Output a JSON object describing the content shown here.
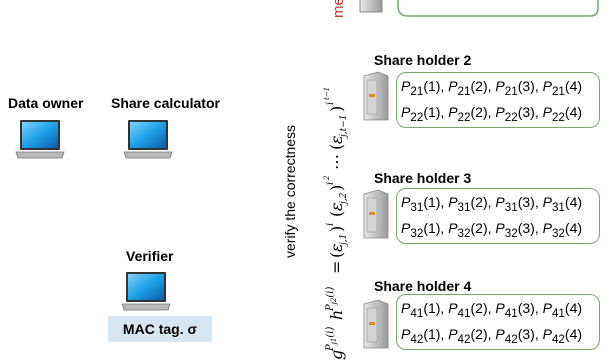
{
  "roles": {
    "data_owner": "Data owner",
    "share_calculator": "Share calculator",
    "verifier": "Verifier",
    "mac_tag": "MAC tag. σ"
  },
  "vertical": {
    "verify_text": "verify the correctness",
    "formula": "g^{P_{j1}(i)} h^{P_{j2}(i)} = (ε_{j,1})^{i} (ε_{j,2})^{i^2} ⋯ (ε_{j,t−1})^{i^{t−1}}",
    "top_clip": "me"
  },
  "share_holders": [
    {
      "title": "Share holder 2",
      "row1": [
        "P21(1)",
        "P21(2)",
        "P21(3)",
        "P21(4)"
      ],
      "row2": [
        "P22(1)",
        "P22(2)",
        "P22(3)",
        "P22(4)"
      ]
    },
    {
      "title": "Share holder 3",
      "row1": [
        "P31(1)",
        "P31(2)",
        "P31(3)",
        "P31(4)"
      ],
      "row2": [
        "P32(1)",
        "P32(2)",
        "P32(3)",
        "P32(4)"
      ]
    },
    {
      "title": "Share holder 4",
      "row1": [
        "P41(1)",
        "P41(2)",
        "P41(3)",
        "P41(4)"
      ],
      "row2": [
        "P42(1)",
        "P42(2)",
        "P42(3)",
        "P42(4)"
      ]
    }
  ],
  "colors": {
    "box_border": "#79a86b",
    "mac_background": "#d6e6f2",
    "laptop_screen": "#1ea0e8",
    "accent_red": "#c0392b"
  }
}
